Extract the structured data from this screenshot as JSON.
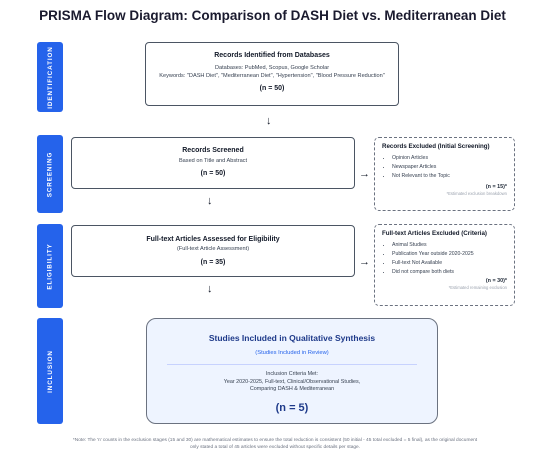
{
  "title": "PRISMA Flow Diagram: Comparison of DASH Diet vs. Mediterranean Diet",
  "phases": {
    "identification": "IDENTIFICATION",
    "screening": "SCREENING",
    "eligibility": "ELIGIBILITY",
    "inclusion": "INCLUSION"
  },
  "identification_box": {
    "heading": "Records Identified from Databases",
    "databases": "Databases: PubMed, Scopus, Google Scholar",
    "keywords": "Keywords: \"DASH Diet\", \"Mediterranean Diet\", \"Hypertension\", \"Blood Pressure Reduction\"",
    "count": "(n = 50)"
  },
  "screening_box": {
    "heading": "Records Screened",
    "basis": "Based on Title and Abstract",
    "count": "(n = 50)"
  },
  "screening_excluded": {
    "heading": "Records Excluded (Initial Screening)",
    "items": [
      "Opinion Articles",
      "Newspaper Articles",
      "Not Relevant to the Topic"
    ],
    "count": "(n = 15)*",
    "note": "*Estimated exclusion breakdown"
  },
  "eligibility_box": {
    "heading": "Full-text Articles Assessed for Eligibility",
    "subtitle": "(Full-text Article Assessment)",
    "count": "(n = 35)"
  },
  "eligibility_excluded": {
    "heading": "Full-text Articles Excluded (Criteria)",
    "items": [
      "Animal Studies",
      "Publication Year outside 2020-2025",
      "Full-text Not Available",
      "Did not compare both diets"
    ],
    "count": "(n = 30)*",
    "note": "*Estimated remaining exclusion"
  },
  "inclusion_box": {
    "heading": "Studies Included in Qualitative Synthesis",
    "subtitle": "(Studies Included in Review)",
    "criteria_title": "Inclusion Criteria Met:",
    "criteria_line1": "Year 2020-2025, Full-text, Clinical/Observational Studies,",
    "criteria_line2": "Comparing DASH & Mediterranean",
    "count": "(n = 5)"
  },
  "footnote_line1": "*Note: The 'n' counts in the exclusion stages (15 and 30) are mathematical estimates to ensure the total reduction is consistent (50 initial - 45 total excluded = 5 final), as the original document",
  "footnote_line2": "only stated a total of 45 articles were excluded without specific details per stage.",
  "icons": {
    "down_arrow": "↓",
    "right_arrow": "→",
    "bullet": "•"
  },
  "colors": {
    "phase_bar": "#2563eb",
    "final_fill": "#eef4ff",
    "final_text": "#1e3a8a"
  }
}
